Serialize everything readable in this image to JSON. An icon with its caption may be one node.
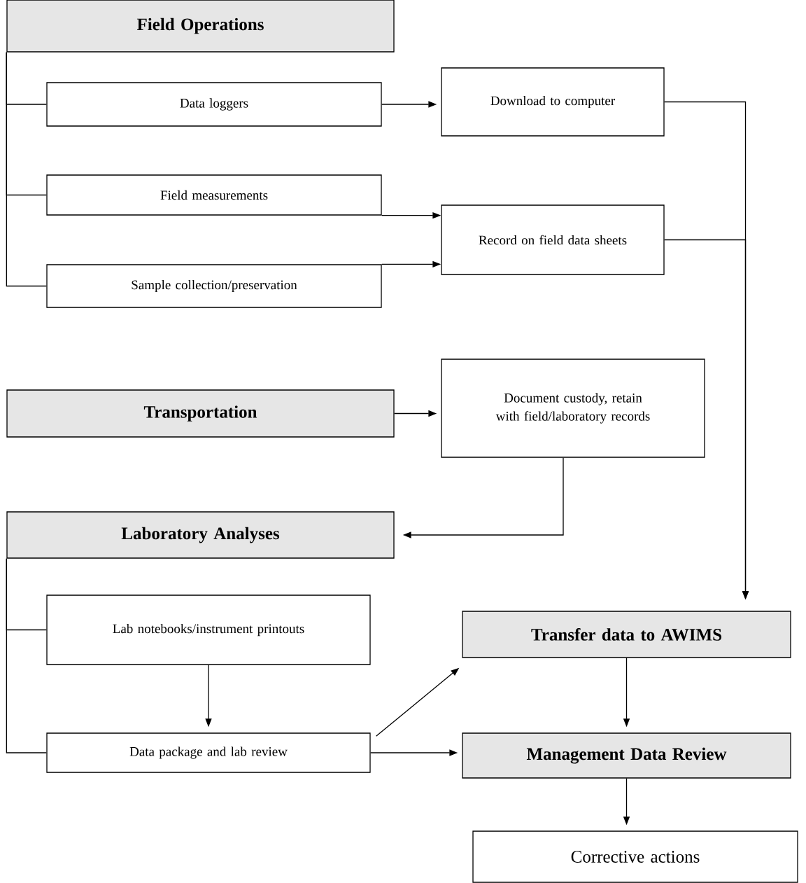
{
  "diagram": {
    "nodes": [
      {
        "text": [
          "Field Operations"
        ]
      },
      {
        "text": [
          "Data loggers"
        ]
      },
      {
        "text": [
          "Download to computer"
        ]
      },
      {
        "text": [
          "Field measurements"
        ]
      },
      {
        "text": [
          "Record on field data sheets"
        ]
      },
      {
        "text": [
          "Sample collection/preservation"
        ]
      },
      {
        "text": [
          "Transportation"
        ]
      },
      {
        "text": [
          "Document custody, retain with field/laboratory records"
        ]
      },
      {
        "text": [
          "Laboratory Analyses"
        ]
      },
      {
        "text": [
          "Lab notebooks/instrument printouts"
        ]
      },
      {
        "text": [
          "Transfer data to AWIMS"
        ]
      },
      {
        "text": [
          "Data package and lab review"
        ]
      },
      {
        "text": [
          "Management Data Review"
        ]
      },
      {
        "text": [
          "Corrective actions"
        ]
      }
    ],
    "edges": [
      {
        "from": 0,
        "to": 1,
        "arrow": "none"
      },
      {
        "from": 0,
        "to": 3,
        "arrow": "none"
      },
      {
        "from": 0,
        "to": 5,
        "arrow": "none"
      },
      {
        "from": 1,
        "to": 2,
        "arrow": "to"
      },
      {
        "from": 3,
        "to": 4,
        "arrow": "to"
      },
      {
        "from": 5,
        "to": 4,
        "arrow": "to"
      },
      {
        "from": 2,
        "to": 10,
        "arrow": "to"
      },
      {
        "from": 4,
        "to": 10,
        "arrow": "to"
      },
      {
        "from": 6,
        "to": 7,
        "arrow": "to"
      },
      {
        "from": 7,
        "to": 8,
        "arrow": "to"
      },
      {
        "from": 8,
        "to": 9,
        "arrow": "none"
      },
      {
        "from": 8,
        "to": 11,
        "arrow": "none"
      },
      {
        "from": 9,
        "to": 11,
        "arrow": "to"
      },
      {
        "from": 11,
        "to": 10,
        "arrow": "to"
      },
      {
        "from": 11,
        "to": 12,
        "arrow": "to"
      },
      {
        "from": 10,
        "to": 12,
        "arrow": "to"
      },
      {
        "from": 12,
        "to": 13,
        "arrow": "to"
      }
    ]
  }
}
